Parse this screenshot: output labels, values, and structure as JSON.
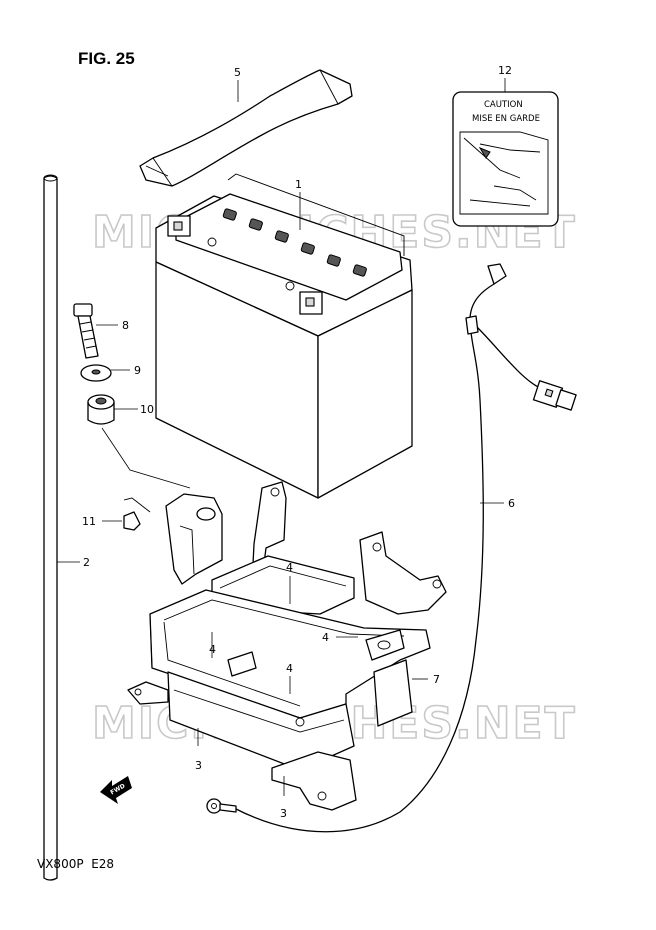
{
  "figure": {
    "title": "FIG. 25",
    "model_code": "VX800P  E28",
    "watermark": "MICROFICHES.NET"
  },
  "caution_label": {
    "line1": "CAUTION",
    "line2": "MISE EN GARDE"
  },
  "fwd_arrow": {
    "label": "FWD"
  },
  "callouts": {
    "c1": "1",
    "c2": "2",
    "c3a": "3",
    "c3b": "3",
    "c4a": "4",
    "c4b": "4",
    "c4c": "4",
    "c5": "5",
    "c6": "6",
    "c7": "7",
    "c8": "8",
    "c9": "9",
    "c10": "10",
    "c11": "11",
    "c12": "12"
  }
}
